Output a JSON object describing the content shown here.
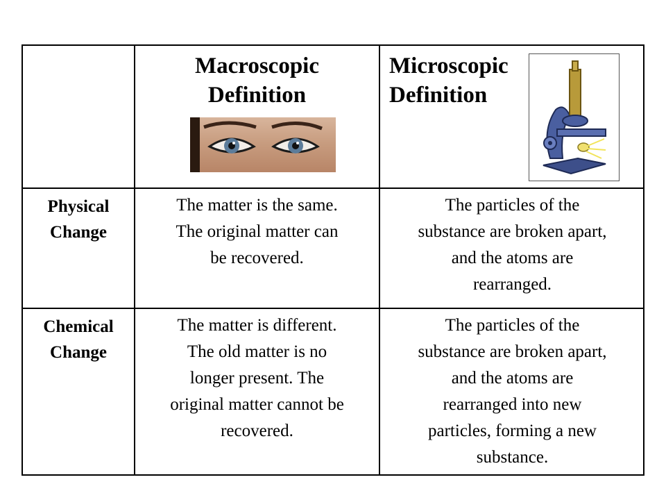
{
  "table": {
    "header": {
      "macroscopic": [
        "Macroscopic",
        "Definition"
      ],
      "microscopic": [
        "Microscopic",
        "Definition"
      ]
    },
    "rows": [
      {
        "label": [
          "Physical",
          "Change"
        ],
        "macro": [
          "The matter is the same.",
          "The original matter can",
          "be recovered."
        ],
        "micro": [
          "The particles of the",
          "substance  are broken apart,",
          "and the atoms are",
          "rearranged."
        ]
      },
      {
        "label": [
          "Chemical",
          "Change"
        ],
        "macro": [
          "The matter is different.",
          "The old matter is no",
          "longer present. The",
          "original matter cannot be",
          "recovered."
        ],
        "micro": [
          "The particles of the",
          "substance  are broken apart,",
          "and the atoms are",
          "rearranged into new",
          "particles, forming a new",
          "substance."
        ]
      }
    ]
  },
  "images": {
    "eyes": "eyes-photo",
    "microscope": "microscope-illustration"
  }
}
